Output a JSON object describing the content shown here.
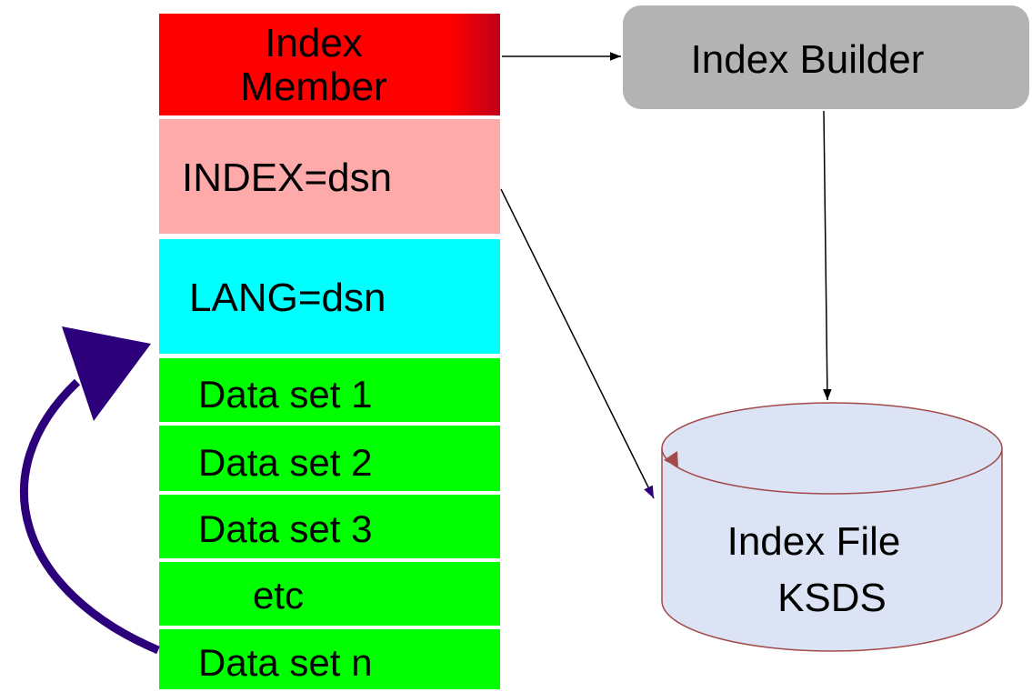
{
  "diagram": {
    "stack": {
      "index_member": {
        "line1": "Index",
        "line2": "Member",
        "color": "#ff0000"
      },
      "index_dsn": {
        "label": "INDEX=dsn",
        "color": "#ffaaaa"
      },
      "lang_dsn": {
        "label": "LANG=dsn",
        "color": "#00ffff"
      },
      "datasets": [
        "Data set 1",
        "Data set 2",
        "Data set 3",
        "etc",
        "Data set n"
      ],
      "dataset_color": "#00ff00"
    },
    "builder": {
      "label": "Index Builder",
      "color": "#b3b3b3"
    },
    "index_file": {
      "line1": "Index File",
      "line2": "KSDS",
      "fill": "#dbe3f4",
      "stroke": "#a24a4a"
    },
    "loop_arrow_color": "#2b007a"
  }
}
